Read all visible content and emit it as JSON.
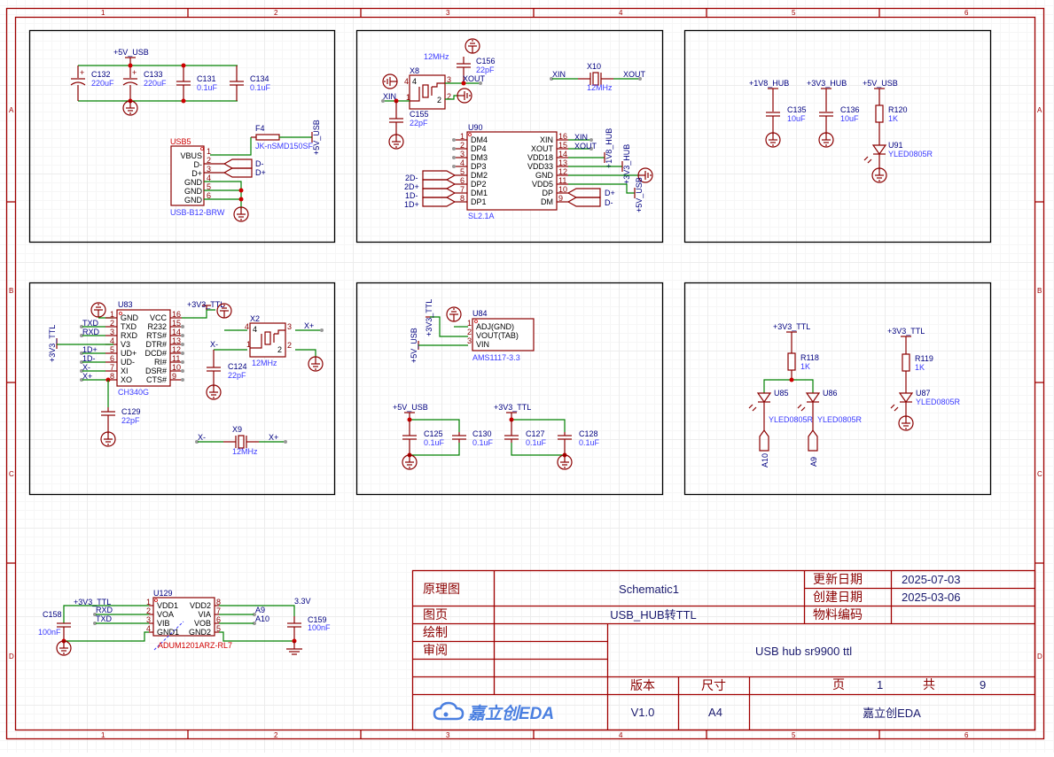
{
  "ruler": {
    "columns": [
      "1",
      "2",
      "3",
      "4",
      "5",
      "6"
    ],
    "rows": [
      "A",
      "B",
      "C",
      "D"
    ]
  },
  "blocks": {
    "power_usb": {
      "net_5v": "+5V_USB",
      "caps": [
        {
          "ref": "C132",
          "value": "220uF"
        },
        {
          "ref": "C133",
          "value": "220uF"
        },
        {
          "ref": "C131",
          "value": "0.1uF"
        },
        {
          "ref": "C134",
          "value": "0.1uF"
        }
      ],
      "fuse": {
        "ref": "F4",
        "value": "JK-nSMD150SF"
      },
      "fuse_net": "+5V_USB",
      "connector": {
        "ref": "USB5",
        "value": "USB-B12-BRW",
        "pins": [
          {
            "num": "1",
            "name": "VBUS"
          },
          {
            "num": "2",
            "name": "D-"
          },
          {
            "num": "3",
            "name": "D+"
          },
          {
            "num": "4",
            "name": "GND"
          },
          {
            "num": "5",
            "name": "GND"
          },
          {
            "num": "6",
            "name": "GND"
          }
        ],
        "net_dm": "D-",
        "net_dp": "D+"
      }
    },
    "hub": {
      "x8": {
        "ref": "X8",
        "freq": "12MHz",
        "pins": [
          "4",
          "4",
          "3",
          "1",
          "2",
          "2"
        ]
      },
      "c156": {
        "ref": "C156",
        "value": "22pF"
      },
      "c155": {
        "ref": "C155",
        "value": "22pF"
      },
      "xin": "XIN",
      "xout": "XOUT",
      "x10": {
        "ref": "X10",
        "freq": "12MHz",
        "xin": "XIN",
        "xout": "XOUT"
      },
      "u90": {
        "ref": "U90",
        "value": "SL2.1A",
        "left_pins": [
          {
            "num": "1",
            "name": "DM4"
          },
          {
            "num": "2",
            "name": "DP4"
          },
          {
            "num": "3",
            "name": "DM3"
          },
          {
            "num": "4",
            "name": "DP3"
          },
          {
            "num": "5",
            "name": "DM2"
          },
          {
            "num": "6",
            "name": "DP2"
          },
          {
            "num": "7",
            "name": "DM1"
          },
          {
            "num": "8",
            "name": "DP1"
          }
        ],
        "right_pins": [
          {
            "num": "16",
            "name": "XIN"
          },
          {
            "num": "15",
            "name": "XOUT"
          },
          {
            "num": "14",
            "name": "VDD18"
          },
          {
            "num": "13",
            "name": "VDD33"
          },
          {
            "num": "12",
            "name": "GND"
          },
          {
            "num": "11",
            "name": "VDD5"
          },
          {
            "num": "10",
            "name": "DP"
          },
          {
            "num": "9",
            "name": "DM"
          }
        ],
        "left_nets": [
          "2D-",
          "2D+",
          "1D-",
          "1D+"
        ],
        "right_nets": {
          "xin": "XIN",
          "xout": "XOUT",
          "v18": "+1V8_HUB",
          "v33": "+3V3_HUB",
          "v5": "+5V_USB",
          "dp": "D+",
          "dm": "D-"
        }
      }
    },
    "hub_power": {
      "nets": [
        "+1V8_HUB",
        "+3V3_HUB",
        "+5V_USB"
      ],
      "c135": {
        "ref": "C135",
        "value": "10uF"
      },
      "c136": {
        "ref": "C136",
        "value": "10uF"
      },
      "r120": {
        "ref": "R120",
        "value": "1K"
      },
      "u91": {
        "ref": "U91",
        "value": "YLED0805R"
      }
    },
    "ch340": {
      "u83": {
        "ref": "U83",
        "value": "CH340G",
        "left_pins": [
          {
            "num": "1",
            "name": "GND"
          },
          {
            "num": "2",
            "name": "TXD"
          },
          {
            "num": "3",
            "name": "RXD"
          },
          {
            "num": "4",
            "name": "V3"
          },
          {
            "num": "5",
            "name": "UD+"
          },
          {
            "num": "6",
            "name": "UD-"
          },
          {
            "num": "7",
            "name": "XI"
          },
          {
            "num": "8",
            "name": "XO"
          }
        ],
        "right_pins": [
          {
            "num": "16",
            "name": "VCC"
          },
          {
            "num": "15",
            "name": "R232"
          },
          {
            "num": "14",
            "name": "RTS#"
          },
          {
            "num": "13",
            "name": "DTR#"
          },
          {
            "num": "12",
            "name": "DCD#"
          },
          {
            "num": "11",
            "name": "RI#"
          },
          {
            "num": "10",
            "name": "DSR#"
          },
          {
            "num": "9",
            "name": "CTS#"
          }
        ],
        "left_nets": [
          "TXD",
          "RXD",
          "1D+",
          "1D-",
          "X-",
          "X+"
        ]
      },
      "net_3v3": "+3V3_TTL",
      "net_vcc": "+3V3_TTL",
      "x2": {
        "ref": "X2",
        "freq": "12MHz",
        "xm": "X-",
        "xp": "X+"
      },
      "c124": {
        "ref": "C124",
        "value": "22pF"
      },
      "c129": {
        "ref": "C129",
        "value": "22pF"
      },
      "x9": {
        "ref": "X9",
        "freq": "12MHz",
        "xm": "X-",
        "xp": "X+"
      }
    },
    "ldo": {
      "u84": {
        "ref": "U84",
        "value": "AMS1117-3.3",
        "pins": [
          {
            "num": "1",
            "name": "ADJ(GND)"
          },
          {
            "num": "2",
            "name": "VOUT(TAB)"
          },
          {
            "num": "3",
            "name": "VIN"
          }
        ]
      },
      "net_out": "+3V3_TTL",
      "net_in": "+5V_USB",
      "net_a": "+5V_USB",
      "net_b": "+3V3_TTL",
      "caps": [
        {
          "ref": "C125",
          "value": "0.1uF"
        },
        {
          "ref": "C130",
          "value": "0.1uF"
        },
        {
          "ref": "C127",
          "value": "0.1uF"
        },
        {
          "ref": "C128",
          "value": "0.1uF"
        }
      ]
    },
    "leds": {
      "net": "+3V3_TTL",
      "r118": {
        "ref": "R118",
        "value": "1K"
      },
      "r119": {
        "ref": "R119",
        "value": "1K"
      },
      "u85": {
        "ref": "U85",
        "value": "YLED0805R"
      },
      "u86": {
        "ref": "U86",
        "value": "YLED0805R"
      },
      "u87": {
        "ref": "U87",
        "value": "YLED0805R"
      },
      "port_a10": "A10",
      "port_a9": "A9"
    },
    "isolator": {
      "u129": {
        "ref": "U129",
        "value": "ADUM1201ARZ-RL7",
        "left_pins": [
          {
            "num": "1",
            "name": "VDD1"
          },
          {
            "num": "2",
            "name": "VOA"
          },
          {
            "num": "3",
            "name": "VIB"
          },
          {
            "num": "4",
            "name": "GND1"
          }
        ],
        "right_pins": [
          {
            "num": "8",
            "name": "VDD2"
          },
          {
            "num": "7",
            "name": "VIA"
          },
          {
            "num": "6",
            "name": "VOB"
          },
          {
            "num": "5",
            "name": "GND2"
          }
        ]
      },
      "net_left": "+3V3_TTL",
      "rxd": "RXD",
      "txd": "TXD",
      "net_right": "3.3V",
      "a9": "A9",
      "a10": "A10",
      "c158": {
        "ref": "C158",
        "value": "100nF"
      },
      "c159": {
        "ref": "C159",
        "value": "100nF"
      }
    }
  },
  "title_block": {
    "label_schematic": "原理图",
    "schematic_name": "Schematic1",
    "label_page": "图页",
    "page_name": "USB_HUB转TTL",
    "label_drawn": "绘制",
    "label_review": "审阅",
    "label_updated": "更新日期",
    "updated": "2025-07-03",
    "label_created": "创建日期",
    "created": "2025-03-06",
    "label_part": "物料编码",
    "part": "",
    "description": "USB hub sr9900 ttl",
    "label_version": "版本",
    "version": "V1.0",
    "label_size": "尺寸",
    "size": "A4",
    "label_pg": "页",
    "page": "1",
    "label_total": "共",
    "total": "9",
    "logo_text": "嘉立创EDA",
    "company": "嘉立创EDA"
  }
}
